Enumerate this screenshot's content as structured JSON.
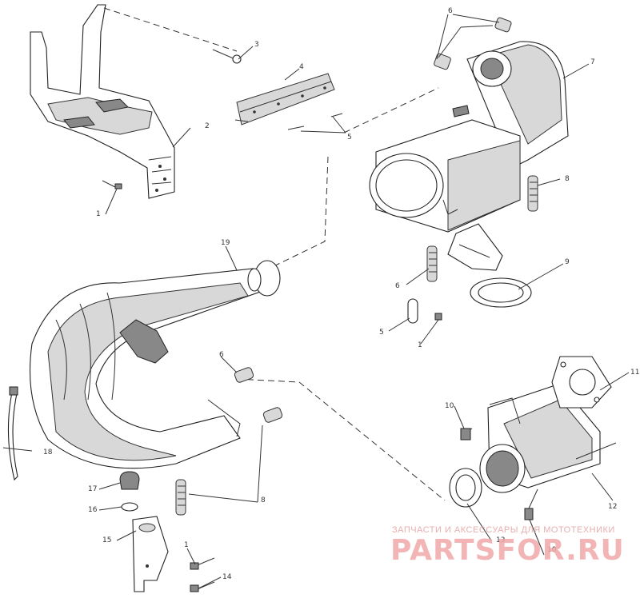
{
  "diagram": {
    "callouts": {
      "c1a": "1",
      "c2": "2",
      "c3": "3",
      "c4": "4",
      "c5a": "5",
      "c6a": "6",
      "c7": "7",
      "c8a": "8",
      "c6b": "6",
      "c9": "9",
      "c5b": "5",
      "c1b": "1",
      "c19": "19",
      "c6c": "6",
      "c11": "11",
      "c10a": "10",
      "c18": "18",
      "c12": "12",
      "c17": "17",
      "c16": "16",
      "c8b": "8",
      "c13": "13",
      "c10b": "10",
      "c15": "15",
      "c1c": "1",
      "c14": "14"
    }
  },
  "watermark": {
    "tagline": "ЗАПЧАСТИ И АКСЕССУАРЫ ДЛЯ МОТОТЕХНИКИ",
    "logo": "PARTSFOR.RU"
  }
}
